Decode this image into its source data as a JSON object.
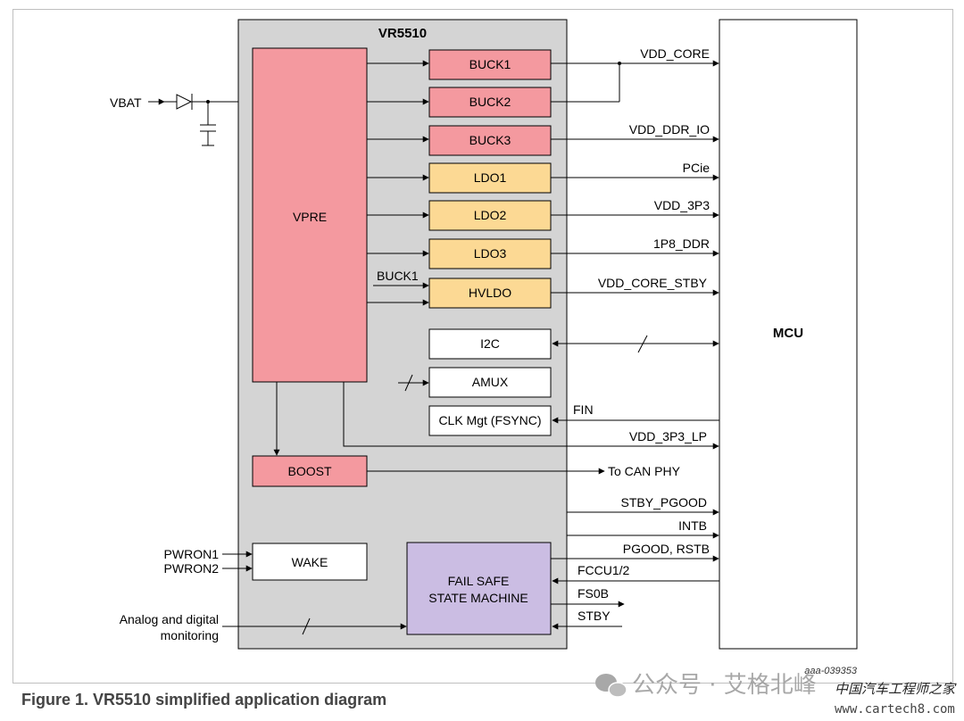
{
  "chip": {
    "title": "VR5510"
  },
  "blocks": {
    "vpre": "VPRE",
    "buck1": "BUCK1",
    "buck2": "BUCK2",
    "buck3": "BUCK3",
    "ldo1": "LDO1",
    "ldo2": "LDO2",
    "ldo3": "LDO3",
    "hvldo": "HVLDO",
    "i2c": "I2C",
    "amux": "AMUX",
    "clk": "CLK Mgt (FSYNC)",
    "boost": "BOOST",
    "wake": "WAKE",
    "failsafe_line1": "FAIL SAFE",
    "failsafe_line2": "STATE MACHINE",
    "mcu": "MCU"
  },
  "signals": {
    "vbat": "VBAT",
    "buck1_in": "BUCK1",
    "vdd_core": "VDD_CORE",
    "vdd_ddr_io": "VDD_DDR_IO",
    "pcie": "PCie",
    "vdd_3p3": "VDD_3P3",
    "p1p8_ddr": "1P8_DDR",
    "vdd_core_stby": "VDD_CORE_STBY",
    "fin": "FIN",
    "vdd_3p3_lp": "VDD_3P3_LP",
    "to_can_phy": "To CAN PHY",
    "stby_pgood": "STBY_PGOOD",
    "intb": "INTB",
    "pgood_rstb": "PGOOD, RSTB",
    "fccu": "FCCU1/2",
    "fs0b": "FS0B",
    "stby": "STBY",
    "pwron1": "PWRON1",
    "pwron2": "PWRON2",
    "analog_line1": "Analog and digital",
    "analog_line2": "monitoring"
  },
  "footer": {
    "doc_ref": "aaa-039353",
    "caption": "Figure 1.  VR5510 simplified application diagram"
  },
  "watermark": {
    "text": "公众号 · 艾格北峰",
    "site_cn": "中国汽车工程师之家",
    "site_url": "www.cartech8.com"
  },
  "colors": {
    "chip_bg": "#d4d4d4",
    "vpre_fill": "#f4999f",
    "ldo_fill": "#fcd994",
    "failsafe_fill": "#cbbde3",
    "white_block": "#ffffff"
  }
}
